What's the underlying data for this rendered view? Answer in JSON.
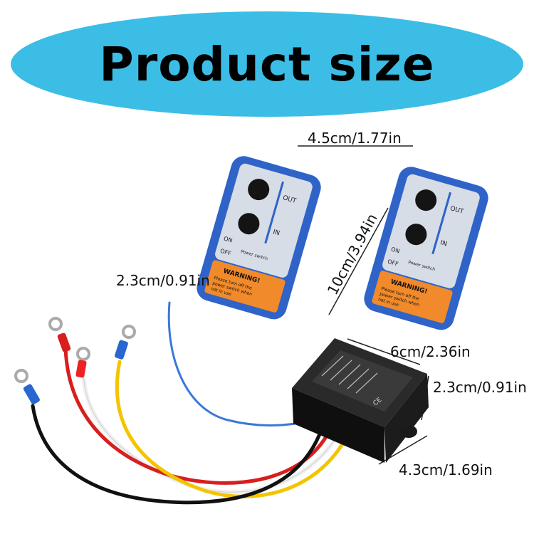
{
  "banner": {
    "title": "Product size",
    "color": "#3bbde6"
  },
  "dimensions": {
    "remote_width": "4.5cm/1.77in",
    "remote_height": "10cm/3.94in",
    "remote_thickness": "2.3cm/0.91in",
    "receiver_length": "6cm/2.36in",
    "receiver_height": "2.3cm/0.91in",
    "receiver_width": "4.3cm/1.69in"
  },
  "remote": {
    "label_out": "OUT",
    "label_in": "IN",
    "label_on": "ON",
    "label_off": "OFF",
    "switch_label": "Power switch",
    "warning_title": "WARNING!",
    "warning_text_1": "Please turn off the",
    "warning_text_2": "power switch when",
    "warning_text_3": "not in use"
  },
  "receiver": {
    "ce_mark": "CE"
  },
  "colors": {
    "remote_body": "#2f63c8",
    "remote_face": "#d7dde6",
    "warning": "#f08a2a",
    "receiver_body": "#1a1a1a",
    "wire_blue": "#3a78d8",
    "wire_red": "#d81e1e",
    "wire_yellow": "#f2c500",
    "wire_black": "#111111",
    "wire_white": "#f4f4f4"
  }
}
